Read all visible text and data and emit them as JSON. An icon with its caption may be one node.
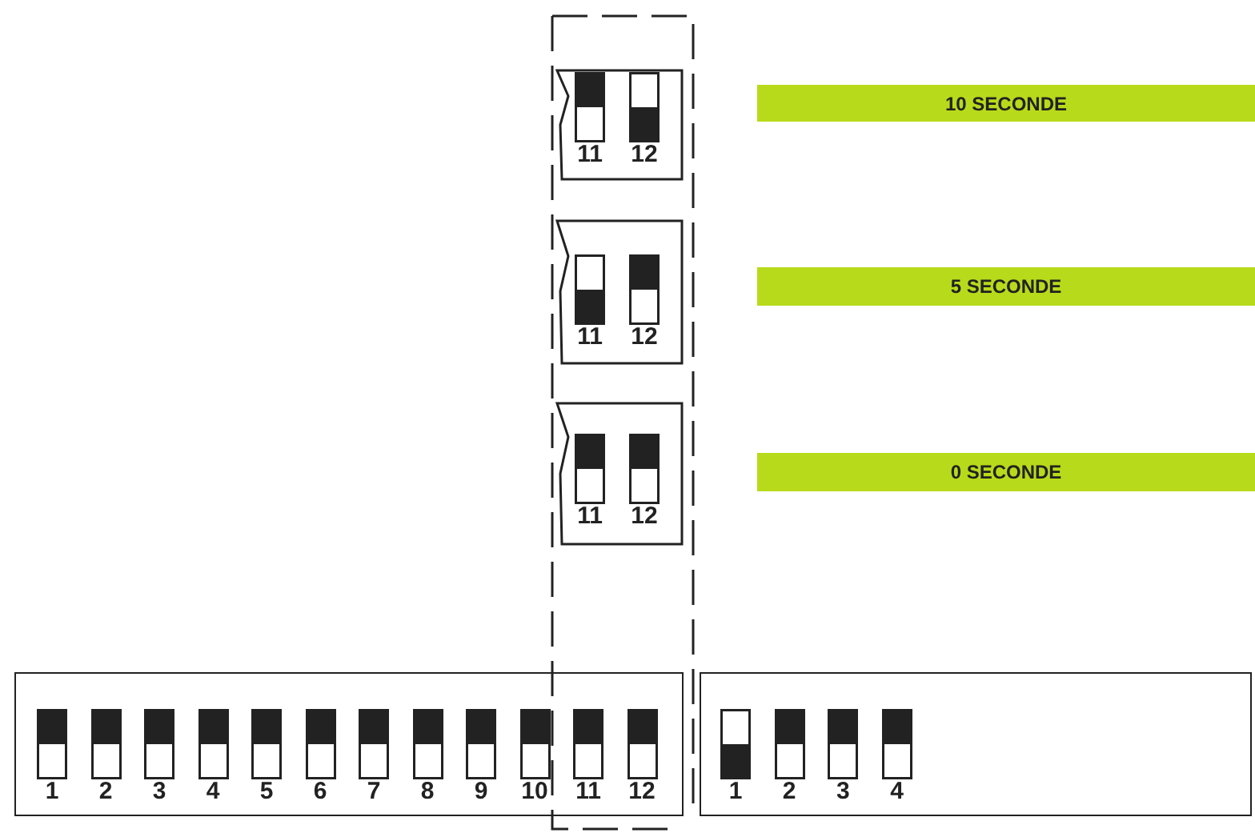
{
  "diagram": {
    "nodes": [
      {
        "text": [],
        "shape": "box"
      },
      {
        "text": [
          "11"
        ],
        "in": 0
      },
      {
        "text": [
          "12"
        ],
        "in": 0
      },
      {
        "text": [
          "10 SECONDE"
        ]
      },
      {
        "text": [],
        "shape": "box"
      },
      {
        "text": [
          "11"
        ],
        "in": 4
      },
      {
        "text": [
          "12"
        ],
        "in": 4
      },
      {
        "text": [
          "5 SECONDE"
        ]
      },
      {
        "text": [],
        "shape": "box"
      },
      {
        "text": [
          "11"
        ],
        "in": 8
      },
      {
        "text": [
          "12"
        ],
        "in": 8
      },
      {
        "text": [
          "0 SECONDE"
        ]
      },
      {
        "text": [],
        "shape": "box"
      },
      {
        "text": [
          "1"
        ],
        "in": 12
      },
      {
        "text": [
          "2"
        ],
        "in": 12
      },
      {
        "text": [
          "3"
        ],
        "in": 12
      },
      {
        "text": [
          "4"
        ],
        "in": 12
      },
      {
        "text": [
          "5"
        ],
        "in": 12
      },
      {
        "text": [
          "6"
        ],
        "in": 12
      },
      {
        "text": [
          "7"
        ],
        "in": 12
      },
      {
        "text": [
          "8"
        ],
        "in": 12
      },
      {
        "text": [
          "9"
        ],
        "in": 12
      },
      {
        "text": [
          "10"
        ],
        "in": 12
      },
      {
        "text": [
          "11"
        ],
        "in": 12
      },
      {
        "text": [
          "12"
        ],
        "in": 12
      },
      {
        "text": [],
        "shape": "box"
      },
      {
        "text": [
          "1"
        ],
        "in": 25
      },
      {
        "text": [
          "2"
        ],
        "in": 25
      },
      {
        "text": [
          "3"
        ],
        "in": 25
      },
      {
        "text": [
          "4"
        ],
        "in": 25
      }
    ]
  }
}
